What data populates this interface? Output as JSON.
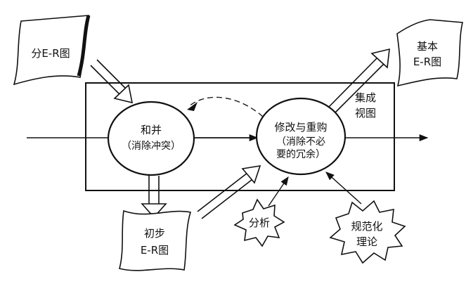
{
  "colors": {
    "ink": "#111111",
    "background": "#ffffff"
  },
  "nodes": {
    "sub_er": {
      "label": "分E-R图"
    },
    "merge": {
      "line1": "和并",
      "line2": "（消除冲突）"
    },
    "refine": {
      "line1": "修改与重购",
      "line2": "（消除不必",
      "line3": "要的冗余）"
    },
    "basic_er": {
      "line1": "基本",
      "line2": "E-R图"
    },
    "integrated_view": {
      "line1": "集成",
      "line2": "视图"
    },
    "initial_er": {
      "line1": "初步",
      "line2": "E-R图"
    },
    "analysis": {
      "label": "分析"
    },
    "normalization": {
      "line1": "规范化",
      "line2": "理论"
    }
  }
}
